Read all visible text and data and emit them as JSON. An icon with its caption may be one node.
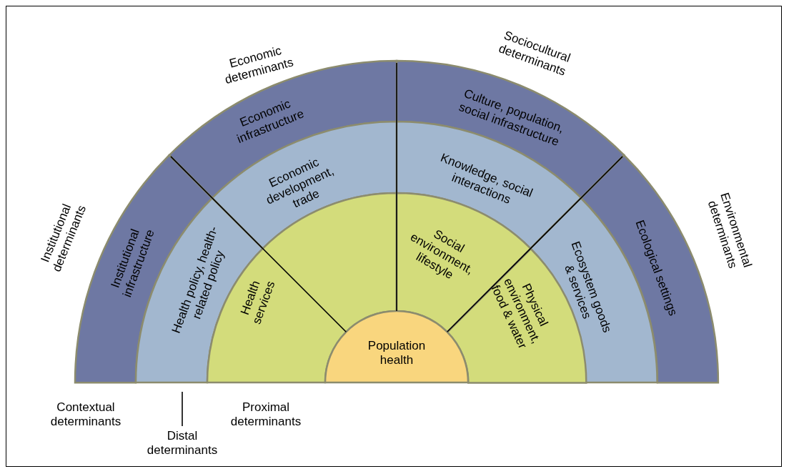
{
  "diagram": {
    "nodes": [
      {
        "text": [
          "Institutional infrastructure"
        ]
      },
      {
        "text": [
          "Economic infrastructure"
        ]
      },
      {
        "text": [
          "Culture, population, social infrastructure"
        ]
      },
      {
        "text": [
          "Ecological settings"
        ]
      },
      {
        "text": [
          "Health policy, health-related policy"
        ]
      },
      {
        "text": [
          "Economic development, trade"
        ]
      },
      {
        "text": [
          "Knowledge, social interactions"
        ]
      },
      {
        "text": [
          "Ecosystem goods & services"
        ]
      },
      {
        "text": [
          "Health services"
        ]
      },
      {
        "text": [
          "Social environment, lifestyle"
        ]
      },
      {
        "text": [
          "Physical environment, food & water"
        ]
      },
      {
        "text": [
          "Population health"
        ]
      },
      {
        "text": [
          "Distal determinants"
        ]
      }
    ],
    "edges": [
      {
        "from": 12,
        "to": 4,
        "arrow": "none"
      }
    ],
    "labels": [
      "Economic determinants",
      "Sociocultural determinants",
      "Institutional determinants",
      "Environmental determinants",
      "Contextual determinants",
      "Proximal determinants"
    ]
  }
}
